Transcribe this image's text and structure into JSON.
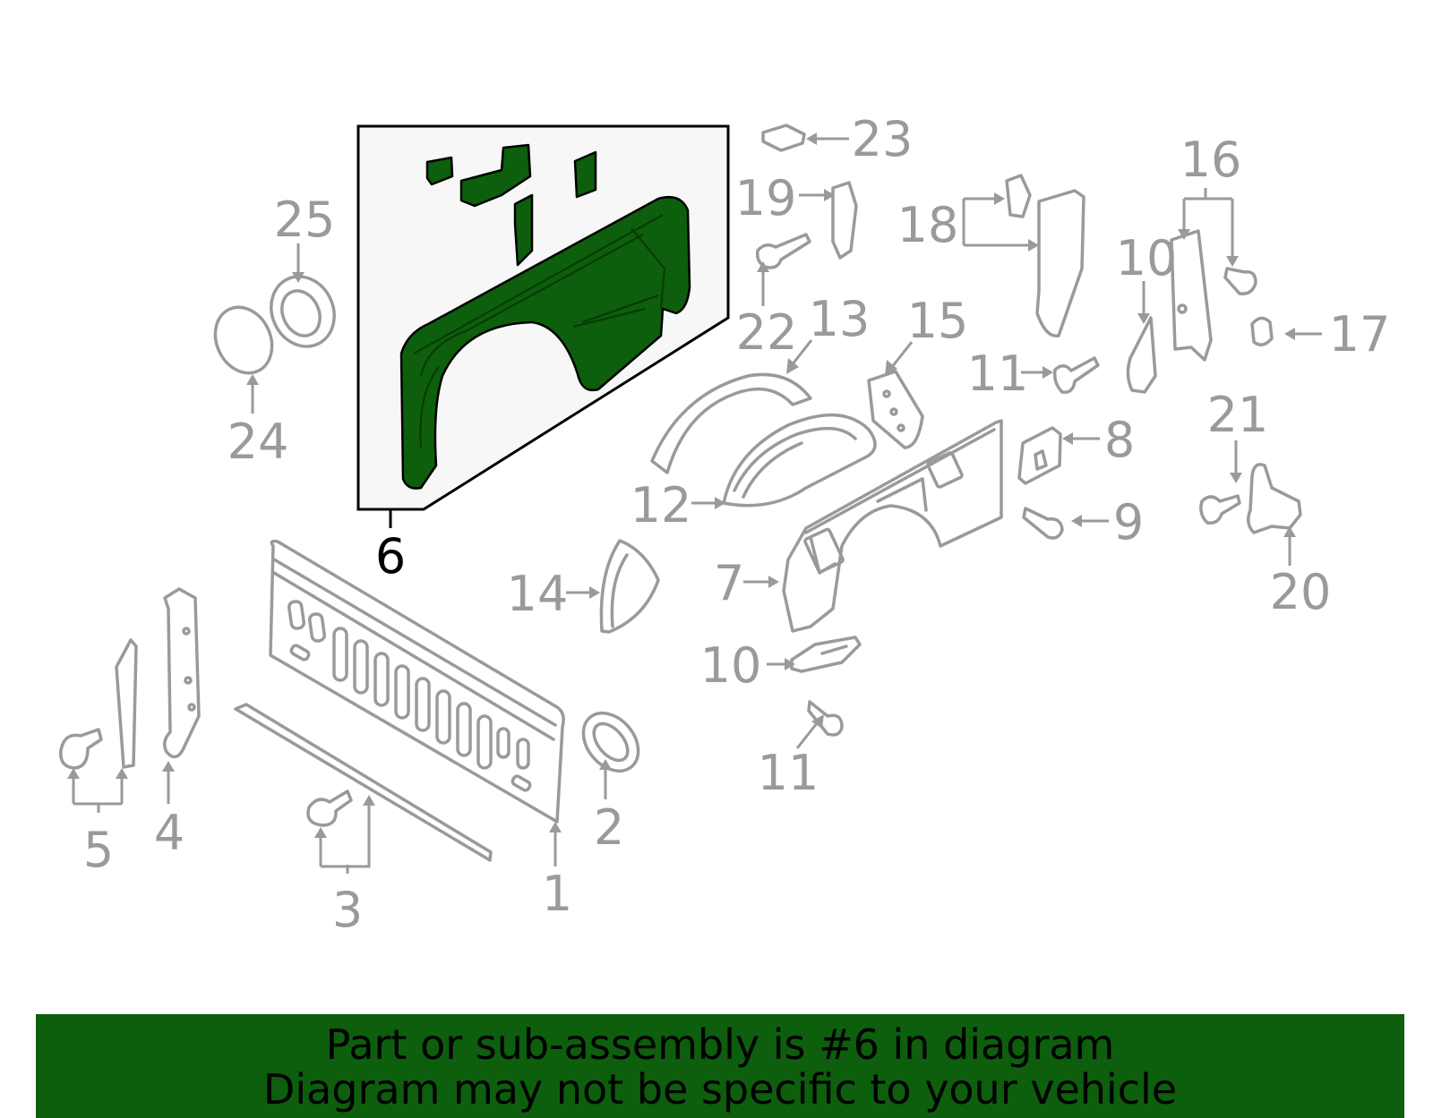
{
  "diagram": {
    "highlighted_callout": "6",
    "highlight_color": "#0d5e0d",
    "outline_color": "#9a9a9a",
    "callouts": {
      "c1": "1",
      "c2": "2",
      "c3": "3",
      "c4": "4",
      "c5": "5",
      "c6": "6",
      "c7": "7",
      "c8": "8",
      "c9": "9",
      "c10a": "10",
      "c10b": "10",
      "c11a": "11",
      "c11b": "11",
      "c12": "12",
      "c13": "13",
      "c14": "14",
      "c15": "15",
      "c16": "16",
      "c17": "17",
      "c18": "18",
      "c19": "19",
      "c20": "20",
      "c21": "21",
      "c22": "22",
      "c23": "23",
      "c24": "24",
      "c25": "25"
    }
  },
  "banner": {
    "line1": "Part or sub-assembly is #6 in diagram",
    "line2": "Diagram may not be specific to your vehicle",
    "background": "#0d5e0d"
  }
}
